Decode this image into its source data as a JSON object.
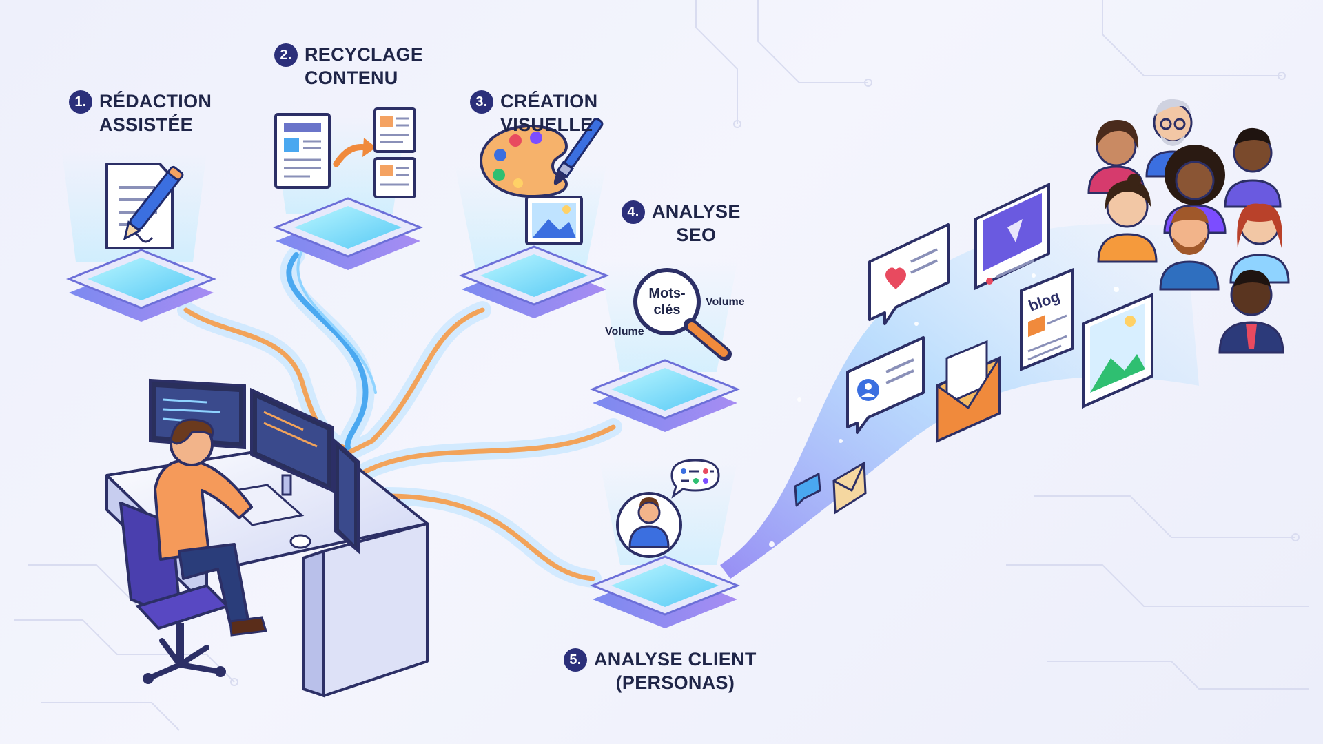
{
  "steps": [
    {
      "num": "1.",
      "line1": "RÉDACTION",
      "line2": "ASSISTÉE"
    },
    {
      "num": "2.",
      "line1": "RECYCLAGE",
      "line2": "CONTENU"
    },
    {
      "num": "3.",
      "line1": "CRÉATION",
      "line2": "VISUELLE"
    },
    {
      "num": "4.",
      "line1": "ANALYSE",
      "line2": "SEO"
    },
    {
      "num": "5.",
      "line1": "ANALYSE CLIENT",
      "line2": "(PERSONAS)"
    }
  ],
  "seo": {
    "keyword_line1": "Mots-",
    "keyword_line2": "clés",
    "volume_left": "Volume",
    "volume_right": "Volume"
  },
  "content_cards": {
    "blog_label": "blog"
  },
  "colors": {
    "accent_badge": "#2b2f7a",
    "cable_blue": "#4aa8f0",
    "cable_orange": "#f2a35a",
    "platform_glow": "#7fe3ff",
    "platform_base": "#6c6fd8",
    "stream_purple": "#8f6ff0"
  },
  "icons": {
    "step1": "document-pen-icon",
    "step2": "documents-recycle-icon",
    "step3": "palette-brush-icon",
    "step4": "magnifier-keywords-icon",
    "step5": "persona-chat-icon"
  }
}
